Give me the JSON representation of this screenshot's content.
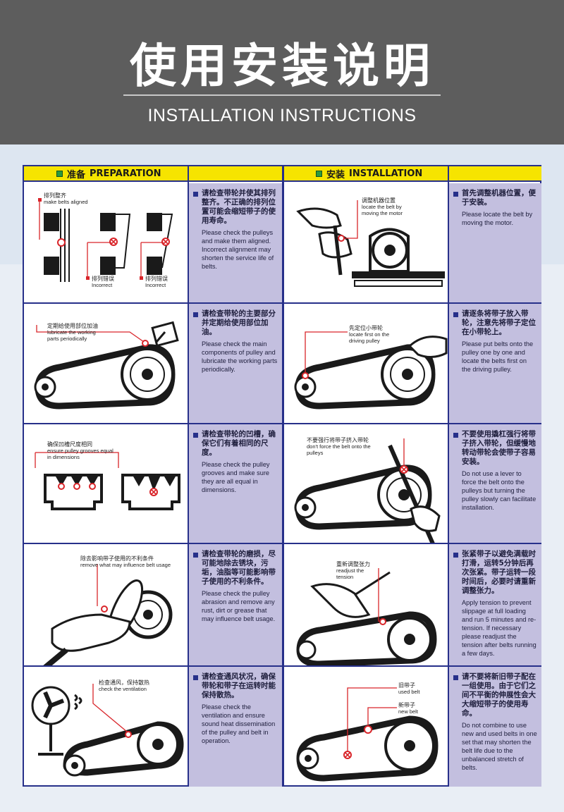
{
  "header": {
    "title": "使用安装说明",
    "subtitle": "INSTALLATION INSTRUCTIONS"
  },
  "columns": [
    {
      "cn": "准备",
      "en": "PREPARATION"
    },
    {
      "cn": "安装",
      "en": "INSTALLATION"
    }
  ],
  "preparation": [
    {
      "cn": "请检查带轮并使其排列整齐。不正确的排列位置可能会缩短带子的使用寿命。",
      "en": "Please check the pulleys and make them aligned. Incorrect alignment may shorten the service life of belts.",
      "labels": [
        {
          "cn": "排列整齐",
          "en": "make belts aligned"
        },
        {
          "cn": "排列错误",
          "en": "Incorrect"
        },
        {
          "cn": "排列错误",
          "en": "Incorrect"
        }
      ]
    },
    {
      "cn": "请检查带轮的主要部分并定期给使用部位加油。",
      "en": "Please check the main components of pulley and lubricate the working parts periodically.",
      "labels": [
        {
          "cn": "定期给使用部位加油",
          "en": "lubricate the working parts periodically"
        }
      ]
    },
    {
      "cn": "请检查带轮的凹槽，确保它们有着相同的尺度。",
      "en": "Please check the pulley grooves and make sure they are all equal in dimensions.",
      "labels": [
        {
          "cn": "确保凹槽尺度相同",
          "en": "ensure pulley grooves equal in dimensions"
        }
      ]
    },
    {
      "cn": "请检查带轮的磨损，尽可能地除去锈块，污垢，油脂等可能影响带子使用的不利条件。",
      "en": "Please check the pulley abrasion and remove any rust, dirt or grease that may influence belt usage.",
      "labels": [
        {
          "cn": "除去影响带子使用的不利条件",
          "en": "remove what may influence belt usage"
        }
      ]
    },
    {
      "cn": "请检查通风状况，确保带轮和带子在运转时能保持散热。",
      "en": "Please check the ventilation and ensure sound heat dissemination of the pulley and belt in operation.",
      "labels": [
        {
          "cn": "检查通风，保持散热",
          "en": "check the ventilation"
        }
      ]
    }
  ],
  "installation": [
    {
      "cn": "首先调整机器位置，便于安装。",
      "en": "Please locate the belt by moving the motor.",
      "labels": [
        {
          "cn": "调整机器位置",
          "en": "locate the belt by moving the motor"
        }
      ]
    },
    {
      "cn": "请逐条将带子放入带轮，注意先将带子定位在小带轮上。",
      "en": "Please put belts onto the pulley one by one and locate the belts first on the driving pulley.",
      "labels": [
        {
          "cn": "先定位小带轮",
          "en": "locate first on the driving pulley"
        }
      ]
    },
    {
      "cn": "不要使用撬杠强行将带子挤入带轮，但缓慢地转动带轮会使带子容易安装。",
      "en": "Do not use a lever to force the belt onto the pulleys but turning the pulley slowly can facilitate installation.",
      "labels": [
        {
          "cn": "不要强行将带子挤入带轮",
          "en": "don't force the belt onto the pulleys"
        }
      ]
    },
    {
      "cn": "张紧带子以避免满载时打滑，运转5分钟后再次张紧。带子运转一段时间后，必要时请重新调整张力。",
      "en": "Apply tension to prevent slippage at full loading and run 5 minutes and re-tension. If necessary please readjust the tension after belts running a few days.",
      "labels": [
        {
          "cn": "重新调整张力",
          "en": "readjust the tension"
        }
      ]
    },
    {
      "cn": "请不要将新旧带子配在一组使用。由于它们之间不平衡的伸展性会大大缩短带子的使用寿命。",
      "en": "Do not combine to use new and used belts in one set that may shorten the belt life due to the unbalanced stretch of belts.",
      "labels": [
        {
          "cn": "旧带子",
          "en": "used belt"
        },
        {
          "cn": "新带子",
          "en": "new belt"
        }
      ]
    }
  ],
  "colors": {
    "header_bg": "#5d5d5d",
    "grid_line": "#27308a",
    "col_head": "#f6e400",
    "desc_bg": "#c3bfdf",
    "marker": "#d9252a"
  }
}
